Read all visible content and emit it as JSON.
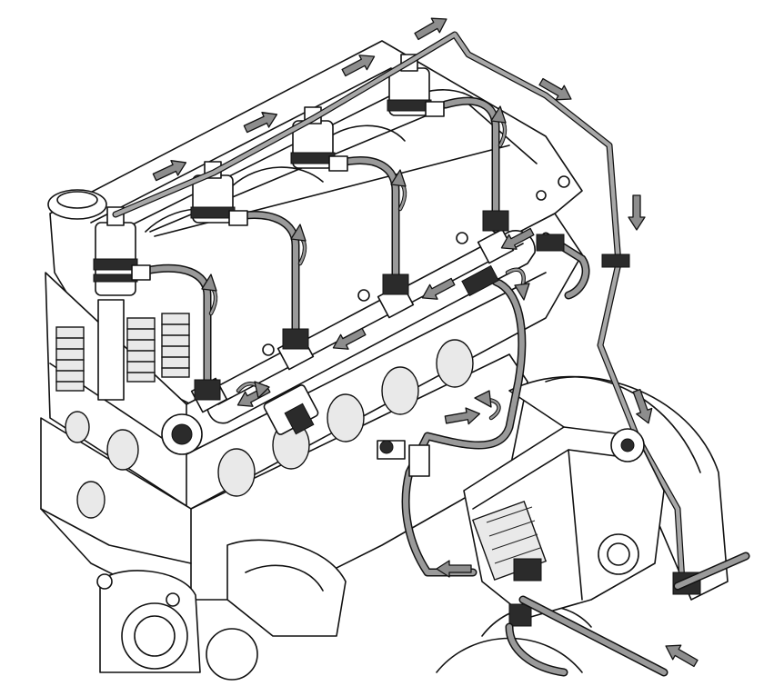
{
  "diagram": {
    "subject": "common-rail-fuel-system",
    "arrow_color": "#8d8d8d",
    "line_color": "#111111",
    "pipe_color": "#9a9a9a",
    "injector_count": 4,
    "flow_arrows": [
      {
        "id": "return-1",
        "direction": "right"
      },
      {
        "id": "return-2",
        "direction": "right"
      },
      {
        "id": "return-3",
        "direction": "right"
      },
      {
        "id": "return-4",
        "direction": "right"
      },
      {
        "id": "return-5",
        "direction": "down-right"
      },
      {
        "id": "return-6",
        "direction": "down"
      },
      {
        "id": "return-7",
        "direction": "down"
      },
      {
        "id": "feed-in",
        "direction": "up-left"
      },
      {
        "id": "rail-1",
        "direction": "left"
      },
      {
        "id": "rail-2",
        "direction": "left"
      },
      {
        "id": "rail-3",
        "direction": "left"
      },
      {
        "id": "rail-4",
        "direction": "left"
      },
      {
        "id": "pump-out",
        "direction": "right"
      },
      {
        "id": "pump-return",
        "direction": "left"
      }
    ]
  }
}
